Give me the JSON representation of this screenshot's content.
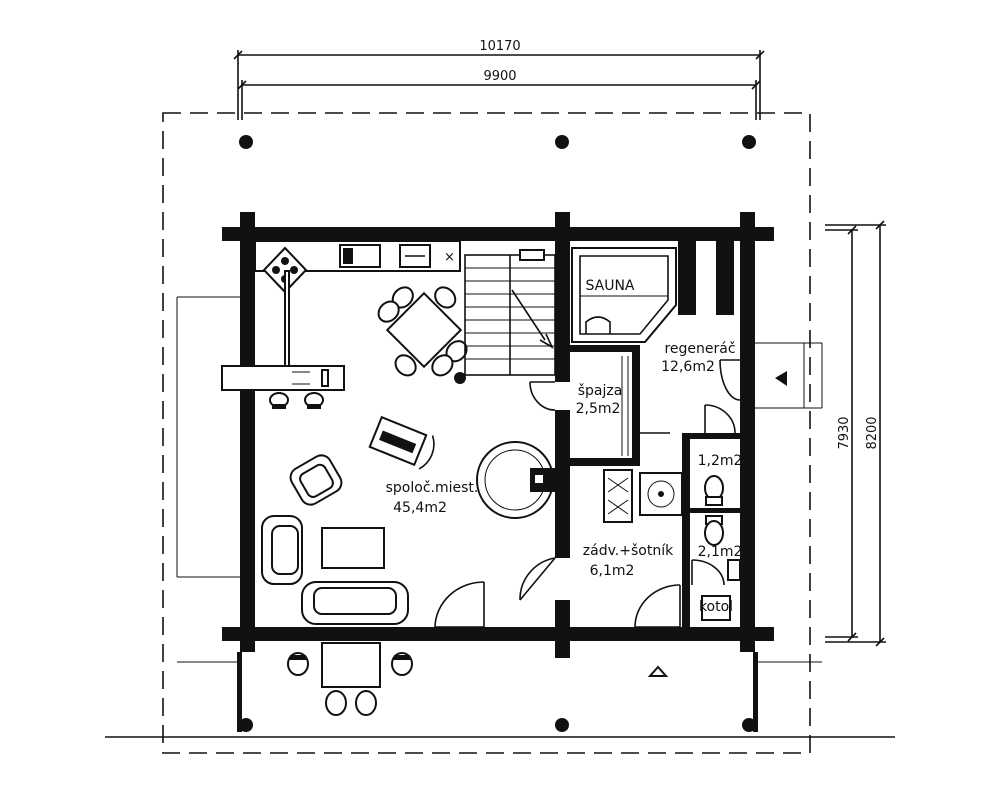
{
  "dimensions": {
    "total_width": "10170",
    "inner_width": "9900",
    "inner_depth": "7930",
    "total_depth": "8200"
  },
  "rooms": {
    "living": {
      "name": "spoloč.miest.",
      "area": "45,4m2"
    },
    "wellness": {
      "name": "regeneráč",
      "area": "12,6m2"
    },
    "sauna": {
      "label": "SAUNA"
    },
    "pantry": {
      "name": "špajza",
      "area": "2,5m2"
    },
    "wc": {
      "area": "1,2m2"
    },
    "bath": {
      "area": "2,1m2"
    },
    "hall": {
      "name": "zádv.+šotník",
      "area": "6,1m2"
    },
    "boiler": {
      "label": "kotol"
    }
  }
}
